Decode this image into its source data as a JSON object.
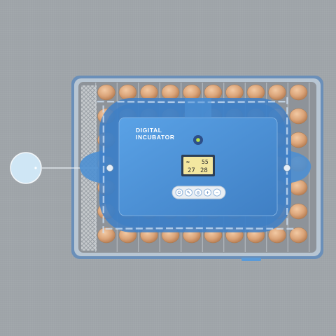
{
  "product": {
    "brand_line1": "DIGITAL",
    "brand_line2": "INCUBATOR"
  },
  "display": {
    "top_left": "≈",
    "top_right": "55",
    "bottom_left": "27",
    "bottom_right": "28"
  },
  "controls": {
    "buttons": [
      {
        "name": "power-button",
        "glyph": "⏻"
      },
      {
        "name": "set-button",
        "glyph": "✎"
      },
      {
        "name": "mode-button",
        "glyph": "◎"
      },
      {
        "name": "plus-button",
        "glyph": "+"
      },
      {
        "name": "minus-button",
        "glyph": "−"
      }
    ]
  },
  "colors": {
    "background": "#9ea3a8",
    "lid_blue": "#4a8fd4",
    "frame_blue": "#5b87b8",
    "egg": "#d9a57a",
    "lcd": "#f3e7a0",
    "water_level": "#cfe6f5"
  },
  "icons": {
    "water_level_indicator": "water-level-icon",
    "status_light": "status-led-icon"
  }
}
